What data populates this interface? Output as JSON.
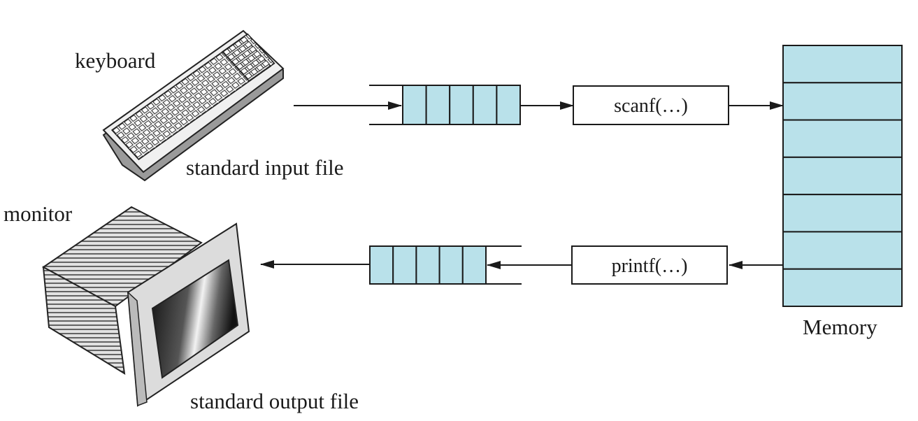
{
  "labels": {
    "keyboard": "keyboard",
    "standard_input_file": "standard input file",
    "monitor": "monitor",
    "standard_output_file": "standard output file",
    "scanf": "scanf(…)",
    "printf": "printf(…)",
    "memory": "Memory"
  },
  "colors": {
    "buffer_fill": "#b9e1ea",
    "memory_fill": "#b9e1ea",
    "line": "#1a1a1a"
  },
  "buffers": {
    "input_cells": 5,
    "output_cells": 5
  },
  "memory": {
    "cells": 7
  },
  "icons": {
    "keyboard": "keyboard-icon",
    "monitor": "monitor-icon"
  }
}
